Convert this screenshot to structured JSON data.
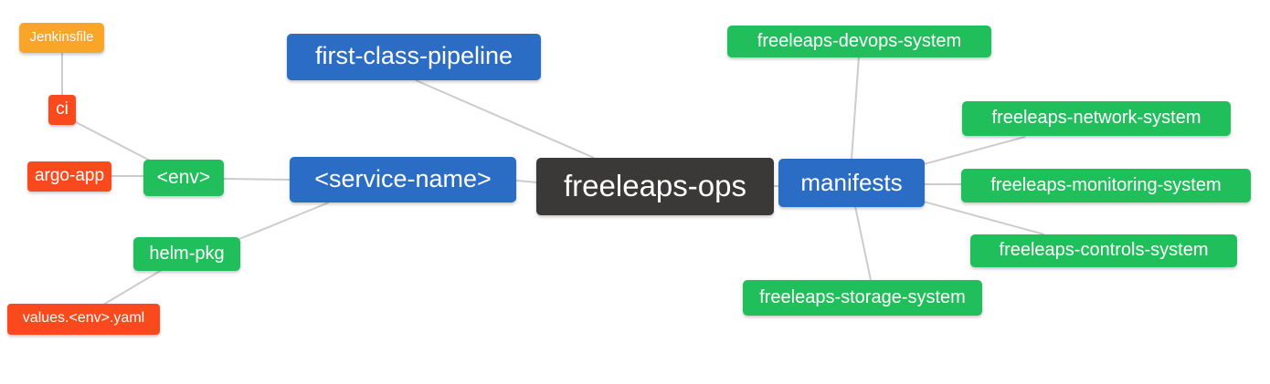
{
  "palette": {
    "blue": "#2b6cc4",
    "green": "#21bf5b",
    "orange": "#f9a52a",
    "red": "#fa4a1d",
    "dark": "#3b3838",
    "edge": "#cccccc",
    "text": "#ffffff"
  },
  "nodes": [
    {
      "id": "jenkinsfile",
      "label": "Jenkinsfile",
      "color": "orange"
    },
    {
      "id": "ci",
      "label": "ci",
      "color": "red"
    },
    {
      "id": "argo-app",
      "label": "argo-app",
      "color": "red"
    },
    {
      "id": "env",
      "label": "<env>",
      "color": "green"
    },
    {
      "id": "helm-pkg",
      "label": "helm-pkg",
      "color": "green"
    },
    {
      "id": "values-env-yaml",
      "label": "values.<env>.yaml",
      "color": "red"
    },
    {
      "id": "first-class-pipeline",
      "label": "first-class-pipeline",
      "color": "blue"
    },
    {
      "id": "service-name",
      "label": "<service-name>",
      "color": "blue"
    },
    {
      "id": "freeleaps-ops",
      "label": "freeleaps-ops",
      "color": "dark"
    },
    {
      "id": "manifests",
      "label": "manifests",
      "color": "blue"
    },
    {
      "id": "freeleaps-devops-system",
      "label": "freeleaps-devops-system",
      "color": "green"
    },
    {
      "id": "freeleaps-network-system",
      "label": "freeleaps-network-system",
      "color": "green"
    },
    {
      "id": "freeleaps-monitoring-system",
      "label": "freeleaps-monitoring-system",
      "color": "green"
    },
    {
      "id": "freeleaps-controls-system",
      "label": "freeleaps-controls-system",
      "color": "green"
    },
    {
      "id": "freeleaps-storage-system",
      "label": "freeleaps-storage-system",
      "color": "green"
    }
  ],
  "edges": [
    {
      "from": "Jenkinsfile",
      "to": "ci"
    },
    {
      "from": "ci",
      "to": "<env>"
    },
    {
      "from": "argo-app",
      "to": "<env>"
    },
    {
      "from": "<env>",
      "to": "<service-name>"
    },
    {
      "from": "helm-pkg",
      "to": "<service-name>"
    },
    {
      "from": "values.<env>.yaml",
      "to": "helm-pkg"
    },
    {
      "from": "first-class-pipeline",
      "to": "freeleaps-ops"
    },
    {
      "from": "<service-name>",
      "to": "freeleaps-ops"
    },
    {
      "from": "freeleaps-ops",
      "to": "manifests"
    },
    {
      "from": "manifests",
      "to": "freeleaps-devops-system"
    },
    {
      "from": "manifests",
      "to": "freeleaps-network-system"
    },
    {
      "from": "manifests",
      "to": "freeleaps-monitoring-system"
    },
    {
      "from": "manifests",
      "to": "freeleaps-controls-system"
    },
    {
      "from": "manifests",
      "to": "freeleaps-storage-system"
    }
  ]
}
